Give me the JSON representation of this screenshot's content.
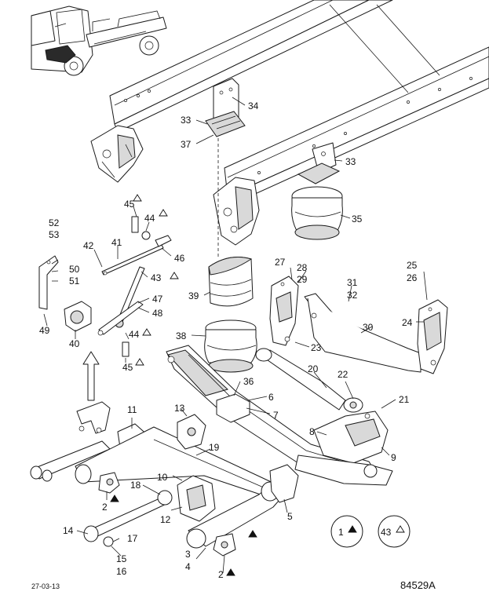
{
  "labels": {
    "l1": "1",
    "l2a": "2",
    "l2b": "2",
    "l3": "3",
    "l4": "4",
    "l5": "5",
    "l6": "6",
    "l7": "7",
    "l8": "8",
    "l9": "9",
    "l10": "10",
    "l11": "11",
    "l12": "12",
    "l13": "13",
    "l14": "14",
    "l15": "15",
    "l16": "16",
    "l17": "17",
    "l18": "18",
    "l19": "19",
    "l20": "20",
    "l21": "21",
    "l22": "22",
    "l23": "23",
    "l24": "24",
    "l25": "25",
    "l26": "26",
    "l27": "27",
    "l28": "28",
    "l29": "29",
    "l30": "30",
    "l31": "31",
    "l32": "32",
    "l33a": "33",
    "l33b": "33",
    "l34": "34",
    "l35": "35",
    "l36": "36",
    "l37": "37",
    "l38": "38",
    "l39": "39",
    "l40": "40",
    "l41": "41",
    "l42": "42",
    "l43a": "43",
    "l44a": "44",
    "l44b": "44",
    "l45a": "45",
    "l45b": "45",
    "l46": "46",
    "l47": "47",
    "l48": "48",
    "l49": "49",
    "l50": "50",
    "l51": "51",
    "l52": "52",
    "l53": "53"
  },
  "legend": {
    "filled_badge_number": "1",
    "outline_badge_number": "43"
  },
  "footer": {
    "date": "27-03-13",
    "drawing_number": "84529A"
  }
}
